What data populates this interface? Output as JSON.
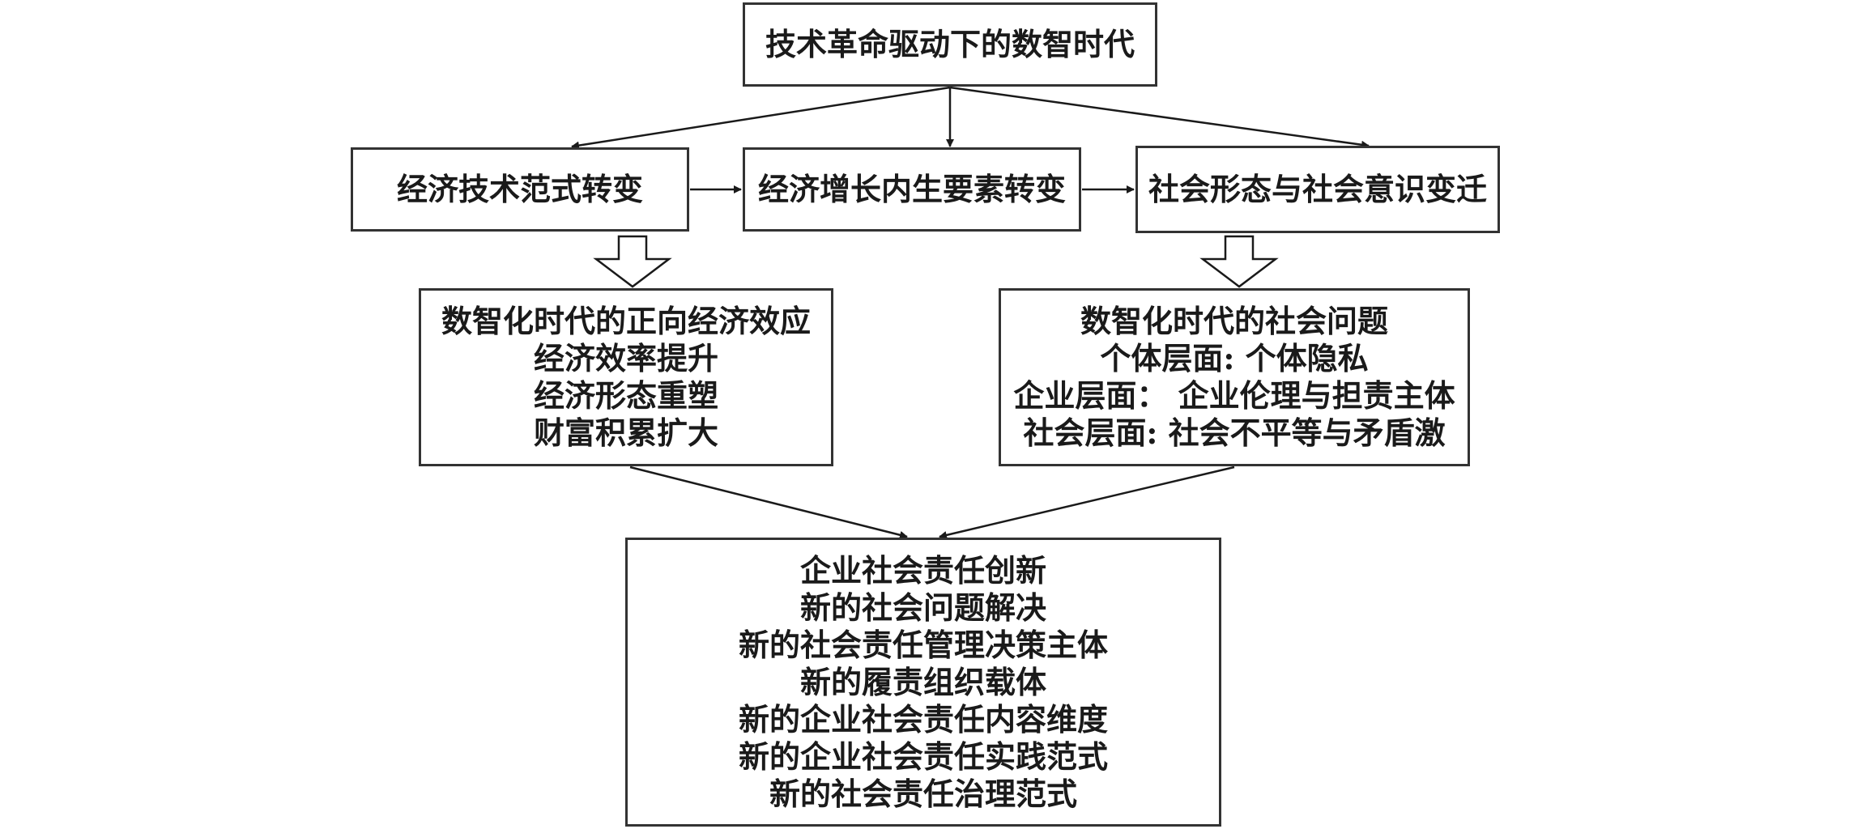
{
  "diagram": {
    "top": "技术革命驱动下的数智时代",
    "level2": [
      "经济技术范式转变",
      "经济增长内生要素转变",
      "社会形态与社会意识变迁"
    ],
    "econ_effects": {
      "title": "数智化时代的正向经济效应",
      "items": [
        "经济效率提升",
        "经济形态重塑",
        "财富积累扩大"
      ]
    },
    "social_problems": {
      "title": "数智化时代的社会问题",
      "items": [
        "个体层面: 个体隐私",
        "企业层面： 企业伦理与担责主体",
        "社会层面: 社会不平等与矛盾激"
      ]
    },
    "csr_innovation": {
      "title": "企业社会责任创新",
      "items": [
        "新的社会问题解决",
        "新的社会责任管理决策主体",
        "新的履责组织载体",
        "新的企业社会责任内容维度",
        "新的企业社会责任实践范式",
        "新的社会责任治理范式"
      ]
    }
  }
}
